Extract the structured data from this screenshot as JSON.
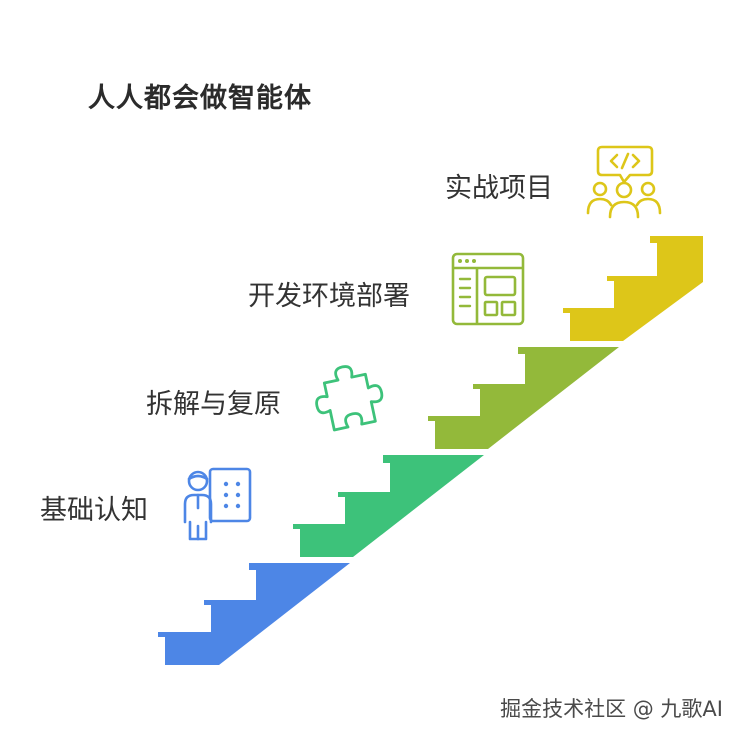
{
  "title": "人人都会做智能体",
  "steps": [
    {
      "label": "基础认知",
      "color": "#4d86e6",
      "icon": "instructor-icon"
    },
    {
      "label": "拆解与复原",
      "color": "#3dc27a",
      "icon": "puzzle-icon"
    },
    {
      "label": "开发环境部署",
      "color": "#93b93a",
      "icon": "app-window-icon"
    },
    {
      "label": "实战项目",
      "color": "#ddc619",
      "icon": "team-code-icon"
    }
  ],
  "watermark": "掘金技术社区 @ 九歌AI"
}
